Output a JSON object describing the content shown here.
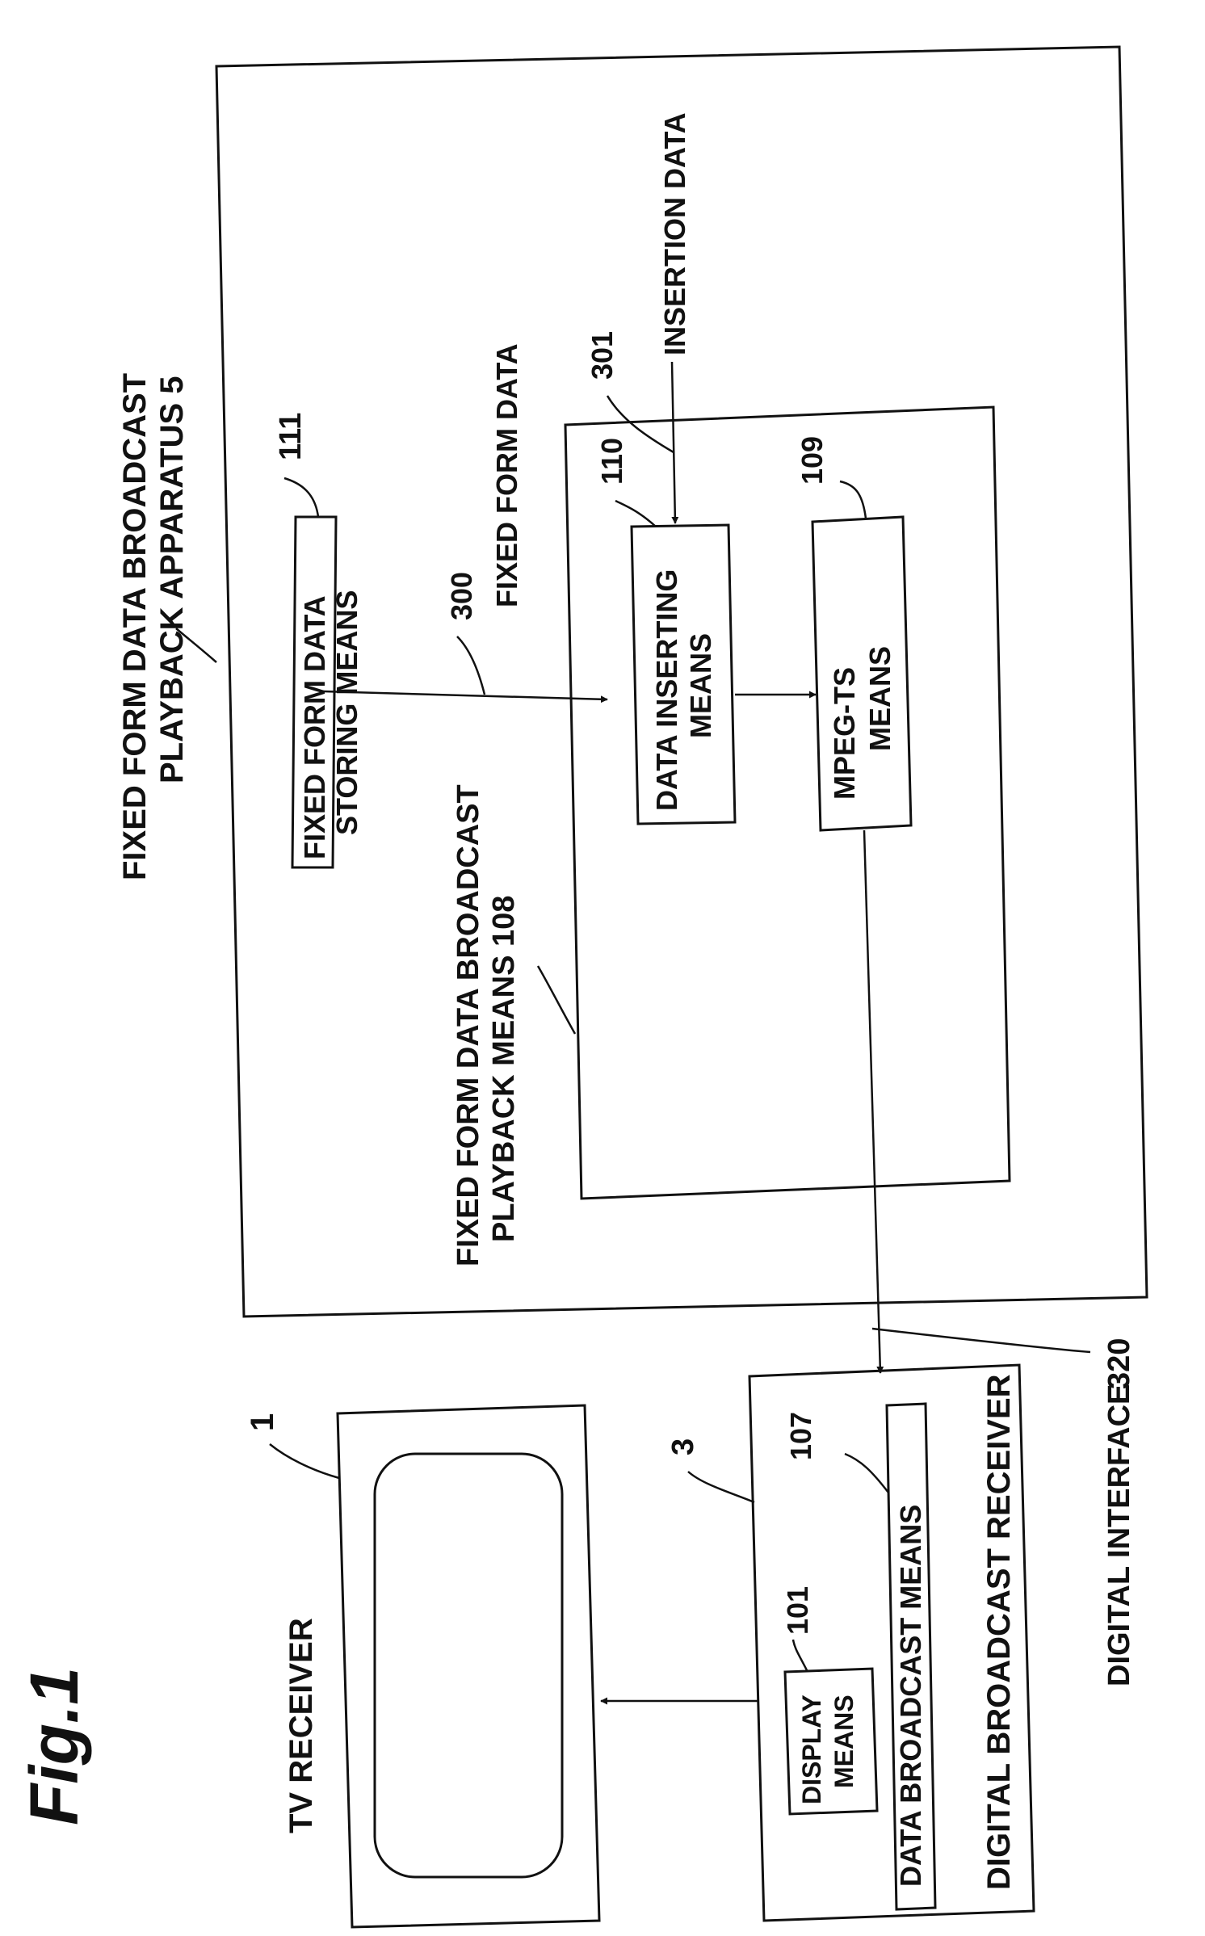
{
  "figure_title": "Fig.1",
  "apparatus": {
    "label_line1": "FIXED FORM DATA BROADCAST",
    "label_line2": "PLAYBACK APPARATUS 5"
  },
  "storing_means": {
    "ref": "111",
    "line1": "FIXED FORM DATA",
    "line2": "STORING MEANS"
  },
  "signal_300": {
    "ref": "300",
    "label": "FIXED FORM DATA"
  },
  "insertion": {
    "ref": "301",
    "label": "INSERTION DATA"
  },
  "inserting_means": {
    "ref": "110",
    "line1": "DATA INSERTING",
    "line2": "MEANS"
  },
  "mpeg_means": {
    "ref": "109",
    "line1": "MPEG-TS",
    "line2": "MEANS"
  },
  "playback_means": {
    "line1": "FIXED FORM DATA BROADCAST",
    "line2": "PLAYBACK MEANS 108"
  },
  "tv_receiver": {
    "ref": "1",
    "label": "TV RECEIVER"
  },
  "broadcast_receiver": {
    "ref": "3",
    "label": "DIGITAL BROADCAST RECEIVER"
  },
  "display_means": {
    "ref": "101",
    "line1": "DISPLAY",
    "line2": "MEANS"
  },
  "data_broadcast_means": {
    "ref": "107",
    "label": "DATA BROADCAST MEANS"
  },
  "digital_interface": {
    "label": "DIGITAL INTERFACE",
    "ref": "320"
  }
}
